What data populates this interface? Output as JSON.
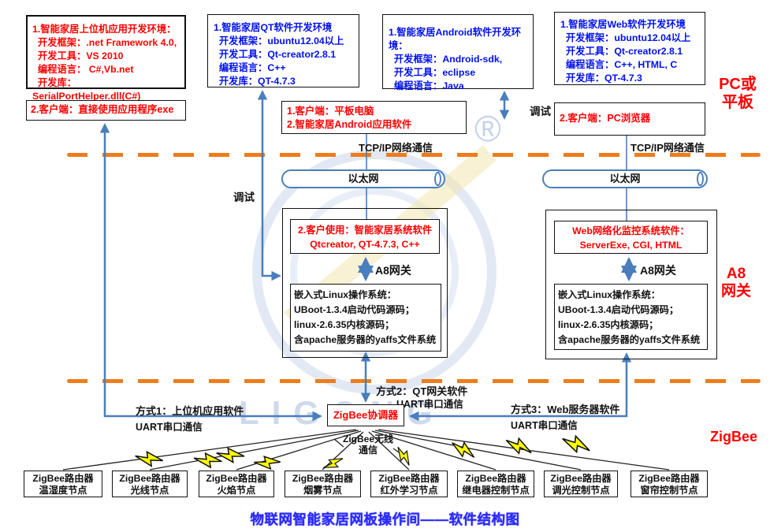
{
  "title": "物联网智能家居网板操作间——软件结构图",
  "zones": {
    "pc": "PC或\n平板",
    "a8": "A8\n网关",
    "zigbee": "ZigBee"
  },
  "dev_boxes": [
    {
      "text": "1.智能家居上位机应用开发环境：\n  开发框架：.net Framework 4.0,\n  开发工具：VS 2010\n  编程语言： C#,Vb.net\n  开发库：SerialPortHelper.dll(C#)"
    },
    {
      "text": "1.智能家居QT软件开发环境\n  开发框架：ubuntu12.04以上\n  开发工具：Qt-creator2.8.1\n  编程语言：C++\n  开发库：QT-4.7.3"
    },
    {
      "text": "1.智能家居Android软件开发环境：\n  开发框架：Android-sdk,\n  开发工具：eclipse\n  编程语言：Java"
    },
    {
      "text": "1.智能家居Web软件开发环境\n  开发框架：ubuntu12.04以上\n  开发工具：Qt-creator2.8.1\n  编程语言：C++, HTML, C\n  开发库：QT-4.7.3"
    }
  ],
  "client_boxes": [
    {
      "text": "2.客户端：直接使用应用程序exe"
    },
    {
      "text": "1.客户端：平板电脑\n2.智能家居Android应用软件"
    },
    {
      "text": "2.客户端：PC浏览器"
    }
  ],
  "labels": {
    "debug": "调试",
    "tcpip": "TCP/IP网络通信",
    "ethernet": "以太网",
    "a8_gateway": "A8网关",
    "mode1": "方式1：上位机应用软件",
    "mode2": "方式2：QT网关软件",
    "mode3": "方式3：Web服务器软件",
    "uart": "UART串口通信",
    "zigbee_wireless": "ZigBee无线\n通信"
  },
  "gateway_left": {
    "software": "2.客户使用：智能家居系统软件\nQtcreator, QT-4.7.3, C++",
    "os": "嵌入式Linux操作系统：\nUBoot-1.3.4启动代码源码；\nlinux-2.6.35内核源码；\n含apache服务器的yaffs文件系统"
  },
  "gateway_right": {
    "software": "Web网络化监控系统软件：\nServerExe, CGI, HTML",
    "os": "嵌入式Linux操作系统：\nUBoot-1.3.4启动代码源码；\nlinux-2.6.35内核源码；\n含apache服务器的yaffs文件系统"
  },
  "coordinator": "ZigBee协调器",
  "nodes": [
    {
      "text": "ZigBee路由器\n温湿度节点"
    },
    {
      "text": "ZigBee路由器\n光线节点"
    },
    {
      "text": "ZigBee路由器\n火焰节点"
    },
    {
      "text": "ZigBee路由器\n烟雾节点"
    },
    {
      "text": "ZigBee路由器\n红外学习节点"
    },
    {
      "text": "ZigBee路由器\n继电器控制节点"
    },
    {
      "text": "ZigBee路由器\n调光控制节点"
    },
    {
      "text": "ZigBee路由器\n窗帘控制节点"
    }
  ],
  "watermark": {
    "logo_text": "LIGONG",
    "registered": "®"
  },
  "colors": {
    "red_text": "#ff0000",
    "blue_text": "#0010ee",
    "connector_blue": "#4a7ebc",
    "divider_orange": "#ee7c1b",
    "title_blue": "#2a2aff",
    "bolt_yellow": "#ffff00"
  }
}
